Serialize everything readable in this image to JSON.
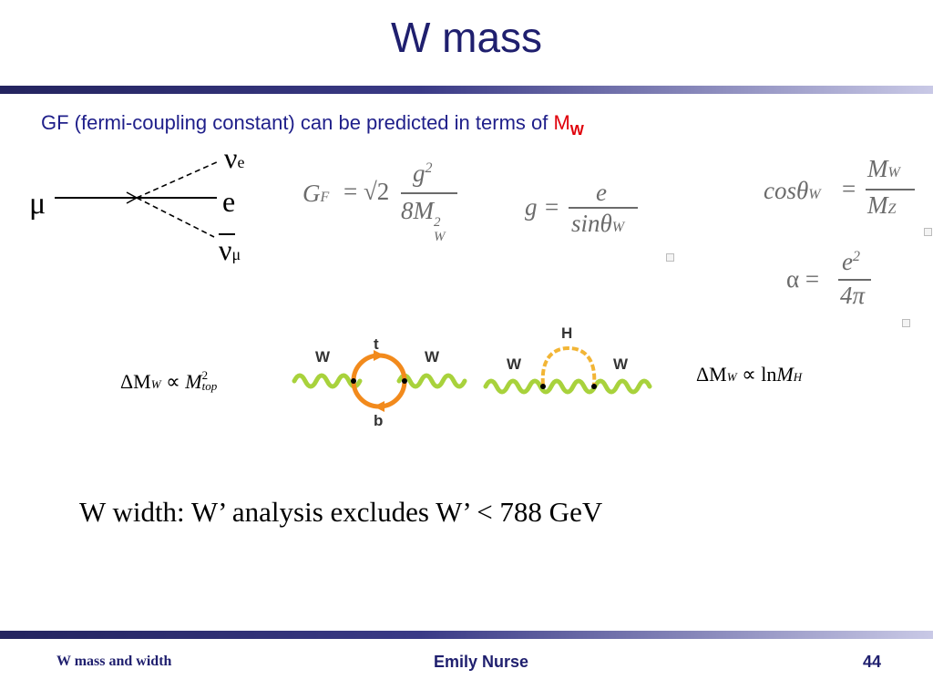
{
  "slide": {
    "title": "W mass",
    "subtitle_text": "GF (fermi-coupling constant) can be predicted in terms of ",
    "subtitle_mw_main": "M",
    "subtitle_mw_sub": "W",
    "width_text": "W width: W’ analysis excludes W’ < 788 GeV"
  },
  "decay": {
    "mu": "μ",
    "nu": "ν",
    "nu_e_sub": "e",
    "electron": "e",
    "nu_mu_sub": "μ"
  },
  "equations": {
    "gf_lhs": "G",
    "gf_lhs_sub": "F",
    "gf_eq": "= √2",
    "gf_num": "g",
    "gf_num_sup": "2",
    "gf_den": "8M",
    "gf_den_sup": "2",
    "gf_den_sub": "W",
    "g_lhs": "g =",
    "g_num": "e",
    "g_den": "sinθ",
    "g_den_sub": "W",
    "cos_lhs": "cosθ",
    "cos_lhs_sub": "W",
    "cos_eq": "=",
    "cos_num": "M",
    "cos_num_sub": "W",
    "cos_den": "M",
    "cos_den_sub": "Z",
    "alpha_lhs": "α =",
    "alpha_num": "e",
    "alpha_num_sup": "2",
    "alpha_den": "4π",
    "dmw_top_lhs": "ΔM",
    "dmw_top_lhs_sub": "W",
    "dmw_top_prop": "∝",
    "dmw_top_rhs": "M",
    "dmw_top_rhs_sup": "2",
    "dmw_top_rhs_sub": "top",
    "dmw_h_lhs": "ΔM",
    "dmw_h_lhs_sub": "W",
    "dmw_h_prop": "∝ ln",
    "dmw_h_rhs": "M",
    "dmw_h_rhs_sub": "H"
  },
  "loops": {
    "top_w_left": "W",
    "top_t": "t",
    "top_w_right": "W",
    "top_b": "b",
    "higgs_h": "H",
    "higgs_w_left": "W",
    "higgs_w_right": "W"
  },
  "footer": {
    "left": "W mass and width",
    "center": "Emily Nurse",
    "right": "44"
  },
  "colors": {
    "title": "#1f1f6e",
    "text_blue": "#1f1f8a",
    "red": "#e0000a",
    "boson_green": "#a8d23c",
    "top_loop_orange": "#f28a1c",
    "higgs_loop_gold": "#f2b535"
  }
}
